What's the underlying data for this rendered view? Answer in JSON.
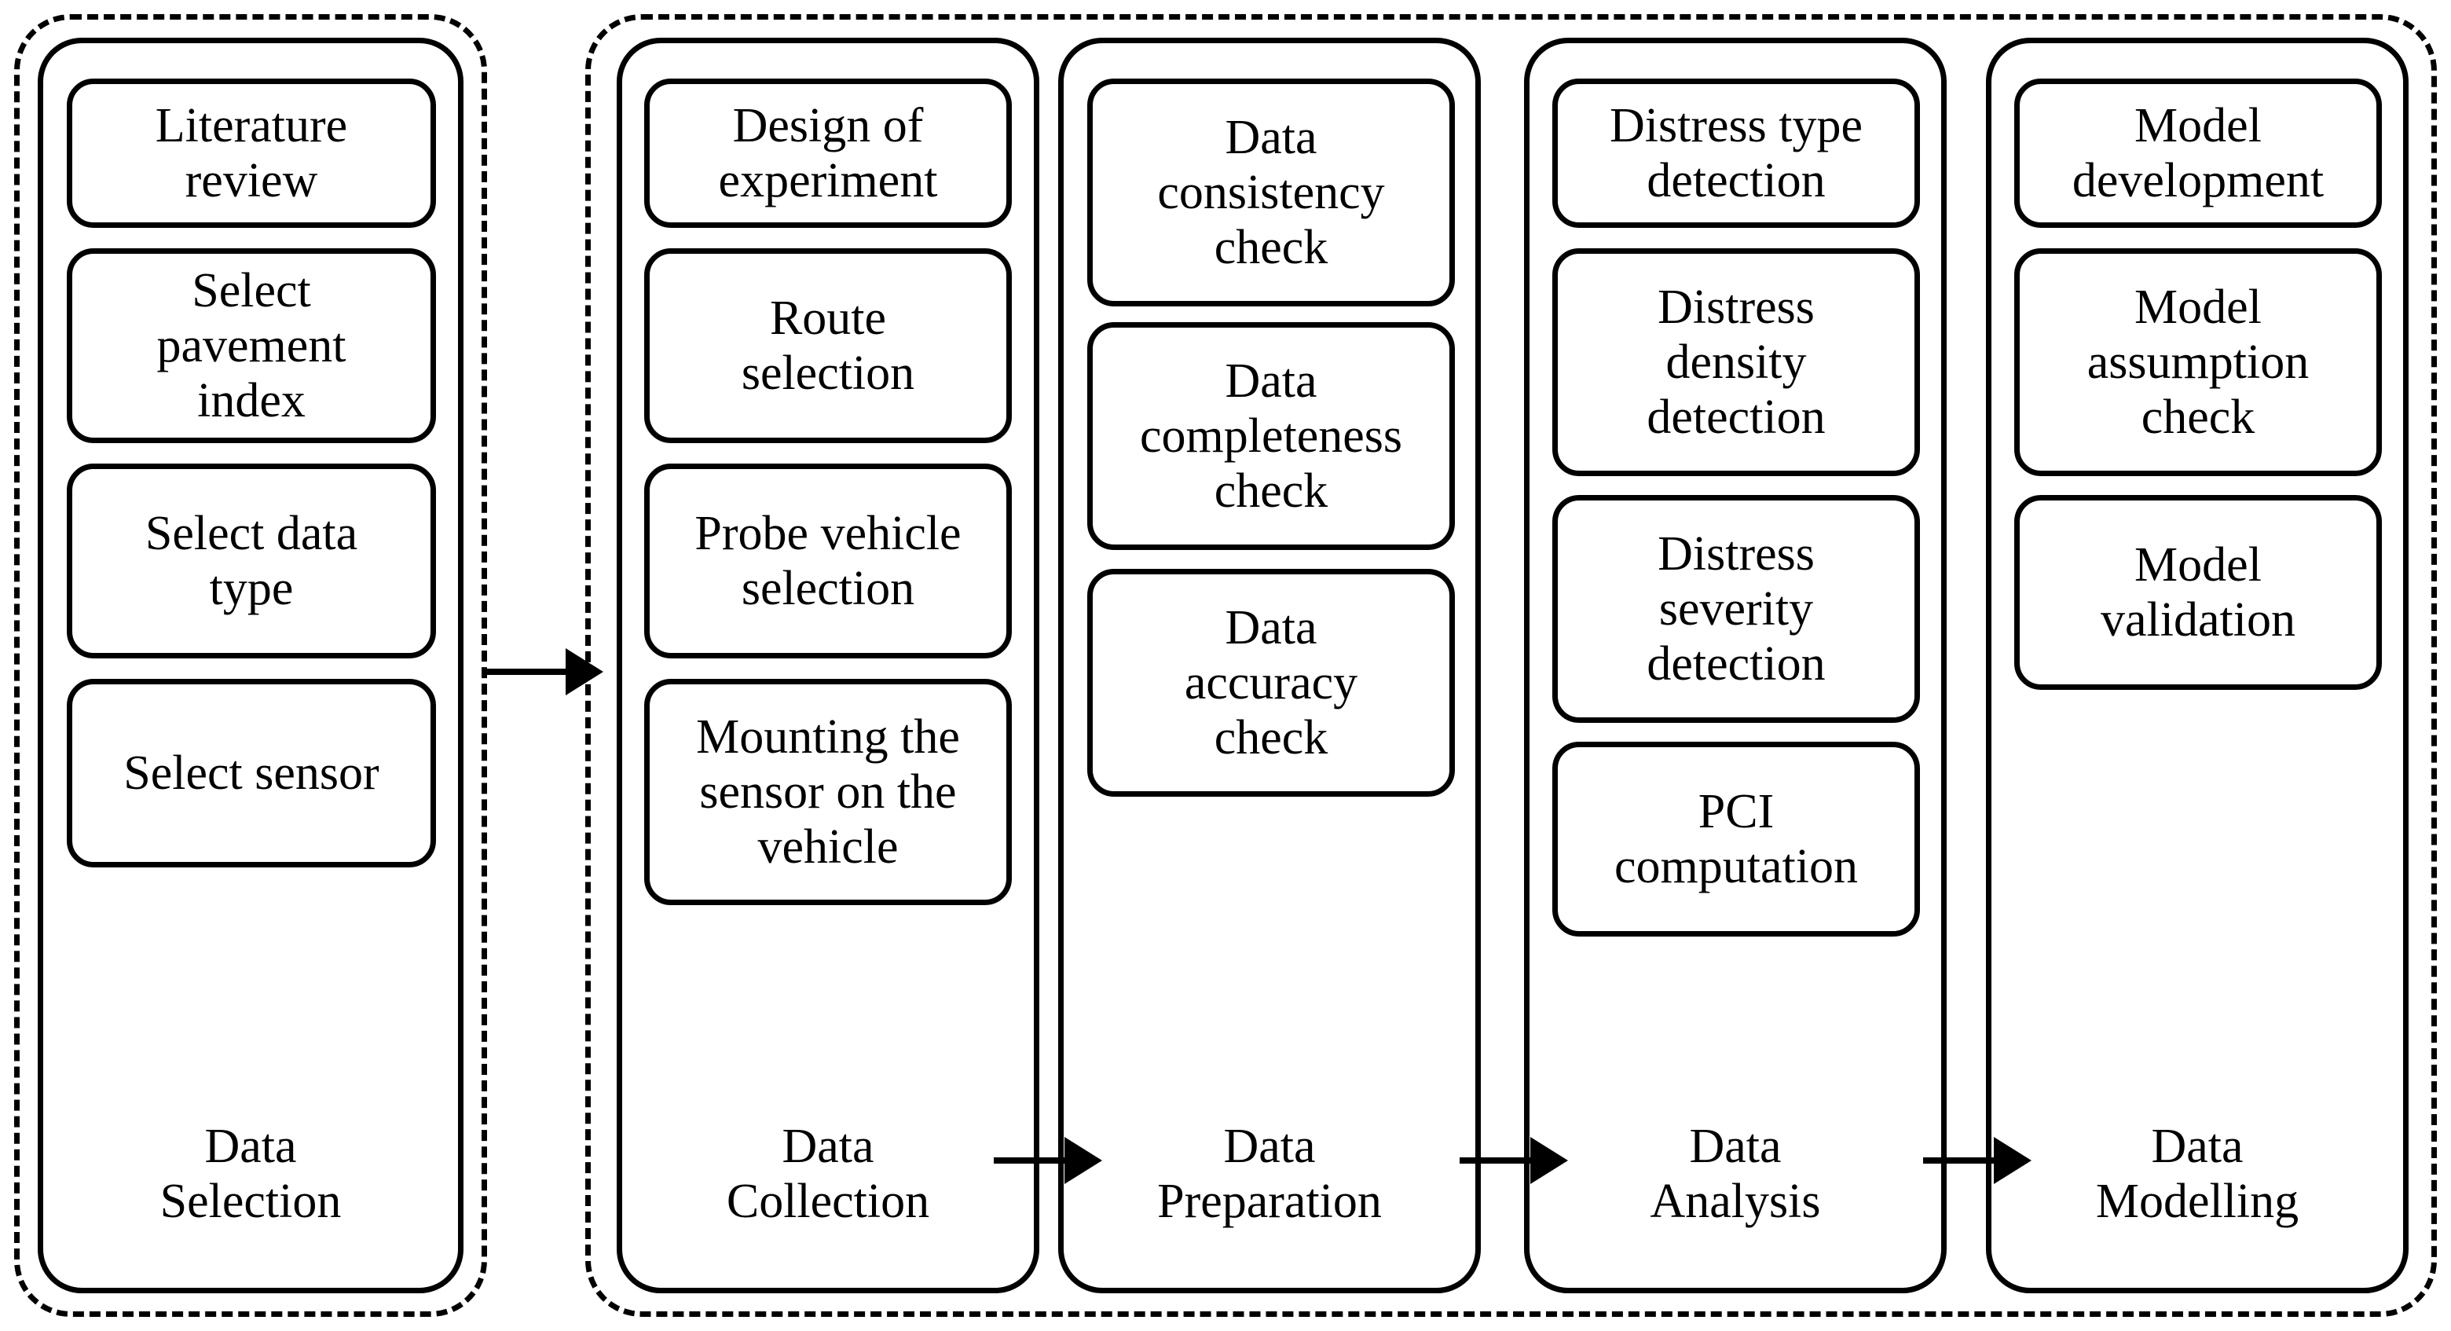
{
  "figure": {
    "title": "Pavement condition index research methodology flowchart",
    "line_color": "#000000",
    "background_color": "#ffffff",
    "stage_count": 5
  },
  "groups": [
    {
      "name": "data-selection-group",
      "label": ""
    },
    {
      "name": "main-pipeline-group",
      "label": ""
    }
  ],
  "stages": [
    {
      "id": "data-selection",
      "caption": "Data\nSelection",
      "steps": [
        {
          "label": "Literature\nreview"
        },
        {
          "label": "Select\npavement\nindex"
        },
        {
          "label": "Select data\ntype"
        },
        {
          "label": "Select sensor"
        }
      ]
    },
    {
      "id": "data-collection",
      "caption": "Data\nCollection",
      "steps": [
        {
          "label": "Design of\nexperiment"
        },
        {
          "label": "Route\nselection"
        },
        {
          "label": "Probe vehicle\nselection"
        },
        {
          "label": "Mounting the\nsensor on the\nvehicle"
        }
      ]
    },
    {
      "id": "data-preparation",
      "caption": "Data\nPreparation",
      "steps": [
        {
          "label": "Data\nconsistency\ncheck"
        },
        {
          "label": "Data\ncompleteness\ncheck"
        },
        {
          "label": "Data\naccuracy\ncheck"
        }
      ]
    },
    {
      "id": "data-analysis",
      "caption": "Data\nAnalysis",
      "steps": [
        {
          "label": "Distress type\ndetection"
        },
        {
          "label": "Distress\ndensity\ndetection"
        },
        {
          "label": "Distress\nseverity\ndetection"
        },
        {
          "label": "PCI\ncomputation"
        }
      ]
    },
    {
      "id": "data-modelling",
      "caption": "Data\nModelling",
      "steps": [
        {
          "label": "Model\ndevelopment"
        },
        {
          "label": "Model\nassumption\ncheck"
        },
        {
          "label": "Model\nvalidation"
        }
      ]
    }
  ],
  "connectors": [
    {
      "name": "arrow-selection-to-collection",
      "from": "data-selection",
      "to": "data-collection"
    },
    {
      "name": "arrow-collection-to-preparation",
      "from": "data-collection",
      "to": "data-preparation"
    },
    {
      "name": "arrow-preparation-to-analysis",
      "from": "data-preparation",
      "to": "data-analysis"
    },
    {
      "name": "arrow-analysis-to-modelling",
      "from": "data-analysis",
      "to": "data-modelling"
    }
  ]
}
